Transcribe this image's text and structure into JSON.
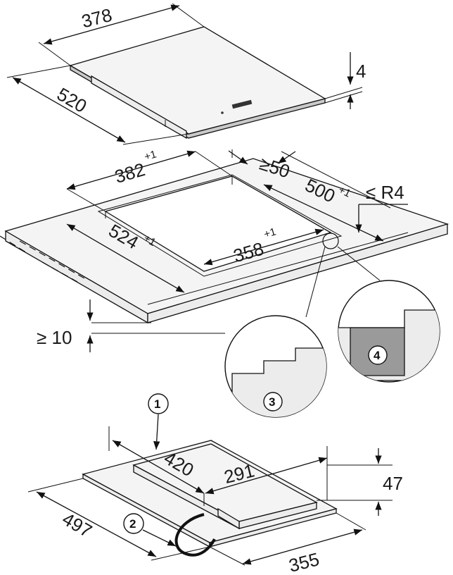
{
  "top": {
    "width": "378",
    "depth": "520",
    "thickness": "4"
  },
  "cutout": {
    "width": "382",
    "width_tol": "+1",
    "depth": "500",
    "depth_tol": "+1",
    "inner_width": "358",
    "inner_width_tol": "+1",
    "inner_depth": "524",
    "inner_depth_tol": "+1",
    "min_back": "≥50",
    "radius": "≤ R4",
    "min_thickness": "≥ 10"
  },
  "bottom": {
    "depth": "497",
    "width": "355",
    "box_depth": "420",
    "box_width": "291",
    "height": "47"
  },
  "callouts": [
    "1",
    "2",
    "3",
    "4"
  ]
}
